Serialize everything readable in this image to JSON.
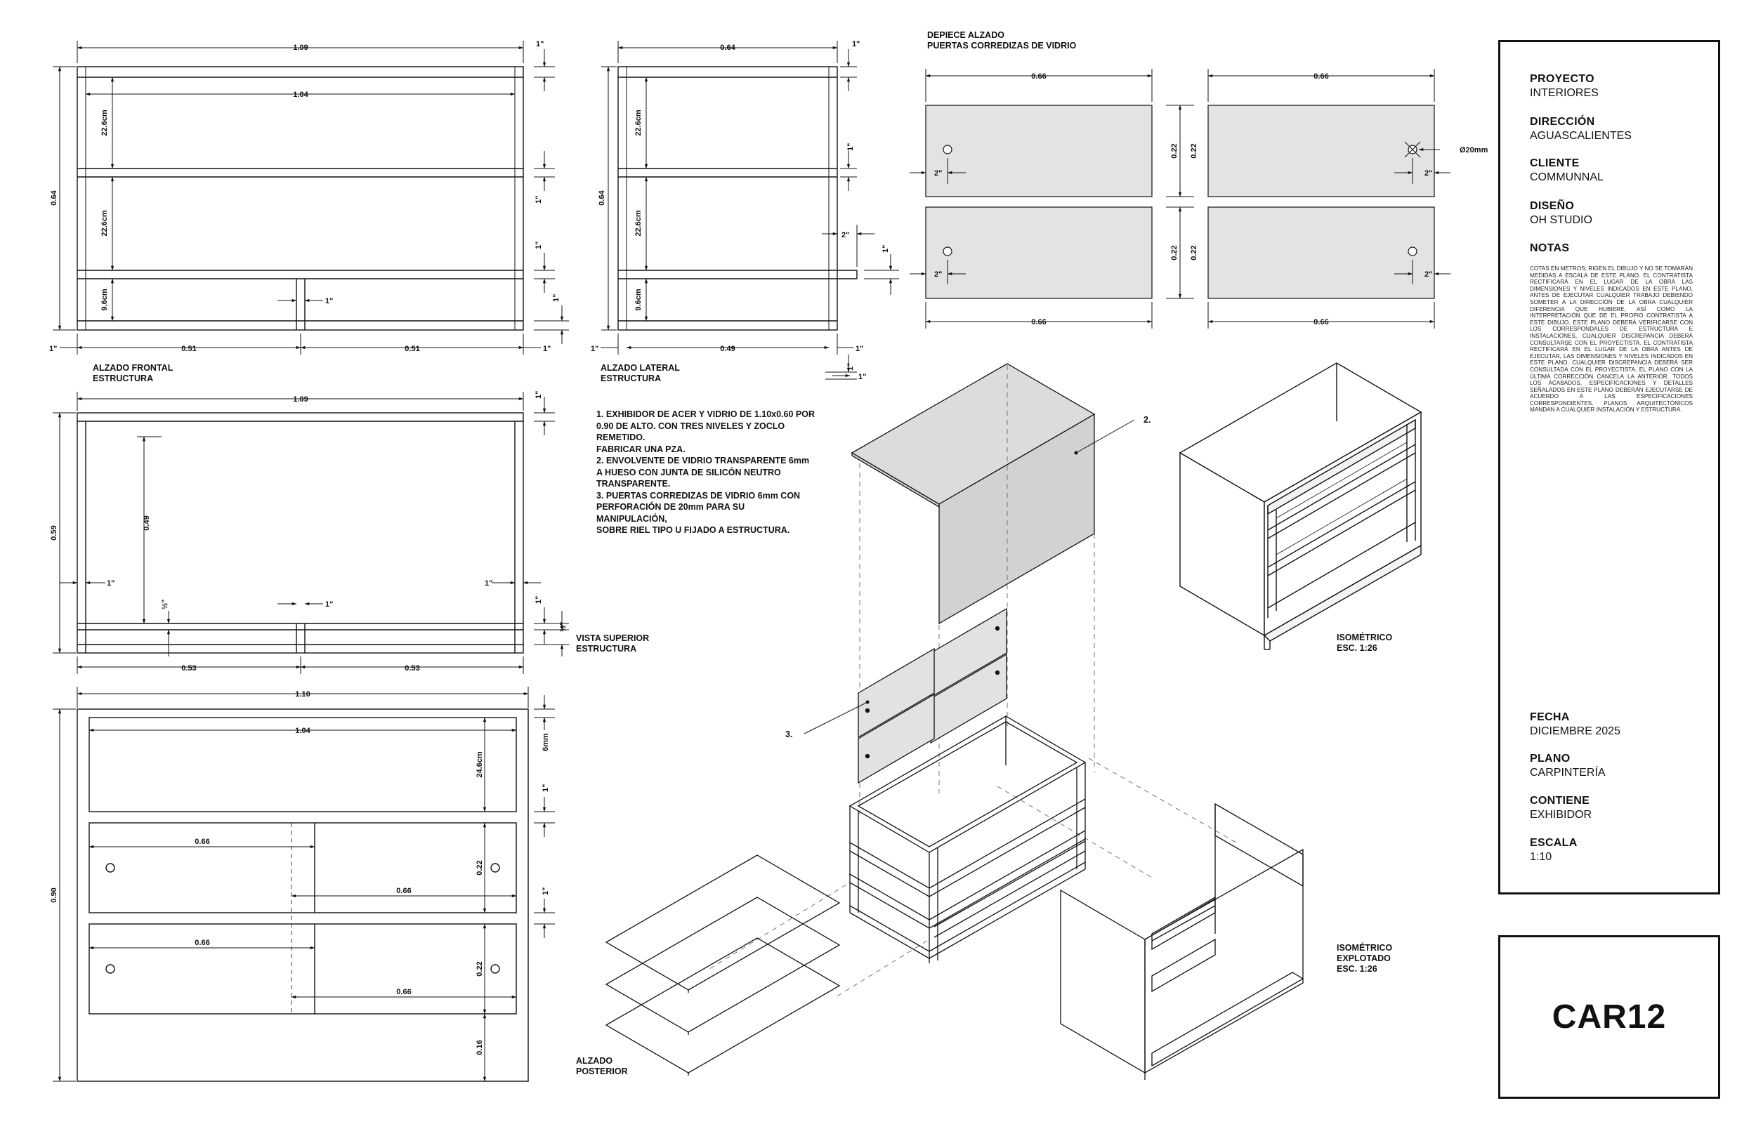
{
  "views": {
    "front": {
      "label_line1": "ALZADO FRONTAL",
      "label_line2": "ESTRUCTURA",
      "dims": {
        "total_width": "1.09",
        "inner_width": "1.04",
        "height": "0.64",
        "shelf1": "22.6cm",
        "shelf2": "22.6cm",
        "plinth": "9.6cm",
        "half_left": "0.51",
        "half_right": "0.51",
        "post": "1\"",
        "frame_top": "1\"",
        "frame_mid1": "1\"",
        "frame_mid2": "1\"",
        "frame_bottom": "1\"",
        "side_left": "1\"",
        "side_right": "1\""
      }
    },
    "side": {
      "label_line1": "ALZADO LATERAL",
      "label_line2": "ESTRUCTURA",
      "dims": {
        "total_width": "0.64",
        "height": "0.64",
        "shelf1": "22.6cm",
        "shelf2": "22.6cm",
        "plinth": "9.6cm",
        "inner_width": "0.49",
        "frame_top": "1\"",
        "frame_mid": "1\"",
        "rail": "2\"",
        "rail_h": "1\"",
        "left": "1\"",
        "right": "1\"",
        "bottom": "1\"",
        "bottom2": "1\""
      }
    },
    "top": {
      "label_line1": "VISTA SUPERIOR",
      "label_line2": "ESTRUCTURA",
      "dims": {
        "total_width": "1.09",
        "depth": "0.59",
        "inner": "0.49",
        "left": "1\"",
        "right": "1\"",
        "center": "1\"",
        "half": "½\"",
        "half_right": "½\"",
        "top_frame": "1\"",
        "bottom_frame": "1\"",
        "half_left_w": "0.53",
        "half_right_w": "0.53"
      }
    },
    "back": {
      "label_line1": "ALZADO",
      "label_line2": "POSTERIOR",
      "dims": {
        "total_width": "1.10",
        "inner_width": "1.04",
        "height": "0.90",
        "upper": "24.6cm",
        "glass": "6mm",
        "gap1": "1\"",
        "gap2": "1\"",
        "door_w1": "0.66",
        "door_w2": "0.66",
        "door_w3": "0.66",
        "door_w4": "0.66",
        "door_h1": "0.22",
        "door_h2": "0.22",
        "base": "0.16"
      }
    },
    "doors": {
      "title_line1": "DEPIECE ALZADO",
      "title_line2": "PUERTAS CORREDIZAS DE VIDRIO",
      "dims": {
        "w_tl": "0.66",
        "w_tr": "0.66",
        "w_bl": "0.66",
        "w_br": "0.66",
        "h1": "0.22",
        "h2": "0.22",
        "h3": "0.22",
        "h4": "0.22",
        "hole": "Ø20mm",
        "off1": "2\"",
        "off2": "2\"",
        "off3": "2\"",
        "off4": "2\""
      }
    },
    "iso": {
      "label_line1": "ISOMÉTRICO",
      "label_line2": "ESC. 1:26"
    },
    "iso_exploded": {
      "label_line1": "ISOMÉTRICO",
      "label_line2": "EXPLOTADO",
      "label_line3": "ESC. 1:26",
      "callout_2": "2.",
      "callout_3": "3."
    }
  },
  "specs": [
    "1. EXHIBIDOR DE ACER Y VIDRIO DE 1.10x0.60 POR",
    "0.90 DE ALTO. CON TRES NIVELES Y ZOCLO",
    "REMETIDO.",
    "FABRICAR UNA PZA.",
    "2. ENVOLVENTE DE VIDRIO TRANSPARENTE 6mm",
    "A HUESO CON JUNTA DE SILICÓN NEUTRO",
    "TRANSPARENTE.",
    "3. PUERTAS CORREDIZAS DE VIDRIO 6mm CON",
    "PERFORACIÓN DE 20mm PARA SU",
    "MANIPULACIÓN,",
    "SOBRE RIEL TIPO U FIJADO A ESTRUCTURA."
  ],
  "title_block": {
    "proyecto_label": "PROYECTO",
    "proyecto_value": "INTERIORES",
    "direccion_label": "DIRECCIÓN",
    "direccion_value": "AGUASCALIENTES",
    "cliente_label": "CLIENTE",
    "cliente_value": "COMMUNNAL",
    "diseno_label": "DISEÑO",
    "diseno_value": "OH STUDIO",
    "notas_label": "NOTAS",
    "notas_text": "COTAS EN METROS; RIGEN EL DIBUJO Y NO SE TOMARÁN MEDIDAS A ESCALA DE ESTE PLANO. EL CONTRATISTA RECTIFICARÁ EN EL LUGAR DE LA OBRA LAS DIMENSIONES Y NIVELES INDICADOS EN ESTE PLANO, ANTES DE EJECUTAR CUALQUIER TRABAJO DEBIENDO SOMETER A LA DIRECCIÓN DE LA OBRA CUALQUIER DIFERENCIA QUE HUBIERE, ASÍ COMO LA INTERPRETACIÓN QUE DE EL PROPIO CONTRATISTA A ESTE DIBUJO. ESTE PLANO DEBERÁ VERIFICARSE CON LOS CORRESPONDALES DE ESTRUCTURA E INSTALACIONES, CUALQUIER DISCREPANCIA DEBERÁ CONSULTARSE CON EL PROYECTISTA. EL CONTRATISTA RECTIFICARÁ EN EL LUGAR DE LA OBRA ANTES DE EJECUTAR, LAS DIMENSIONES Y NIVELES INDICADOS EN ESTE PLANO. CUALQUIER DISCREPANCIA DEBERÁ SER CONSULTADA CON EL PROYECTISTA. EL PLANO CON LA ÚLTIMA CORRECCIÓN CANCELA LA ANTERIOR. TODOS LOS ACABADOS, ESPECIFICACIONES Y DETALLES SEÑALADOS EN ESTE PLANO DEBERÁN EJECUTARSE DE ACUERDO A LAS ESPECIFICACIONES CORRESPONDIENTES. PLANOS ARQUITECTÓNICOS MANDAN A CUALQUIER INSTALACIÓN Y ESTRUCTURA.",
    "fecha_label": "FECHA",
    "fecha_value": "DICIEMBRE 2025",
    "plano_label": "PLANO",
    "plano_value": "CARPINTERÍA",
    "contiene_label": "CONTIENE",
    "contiene_value": "EXHIBIDOR",
    "escala_label": "ESCALA",
    "escala_value": "1:10",
    "code": "CAR12"
  }
}
